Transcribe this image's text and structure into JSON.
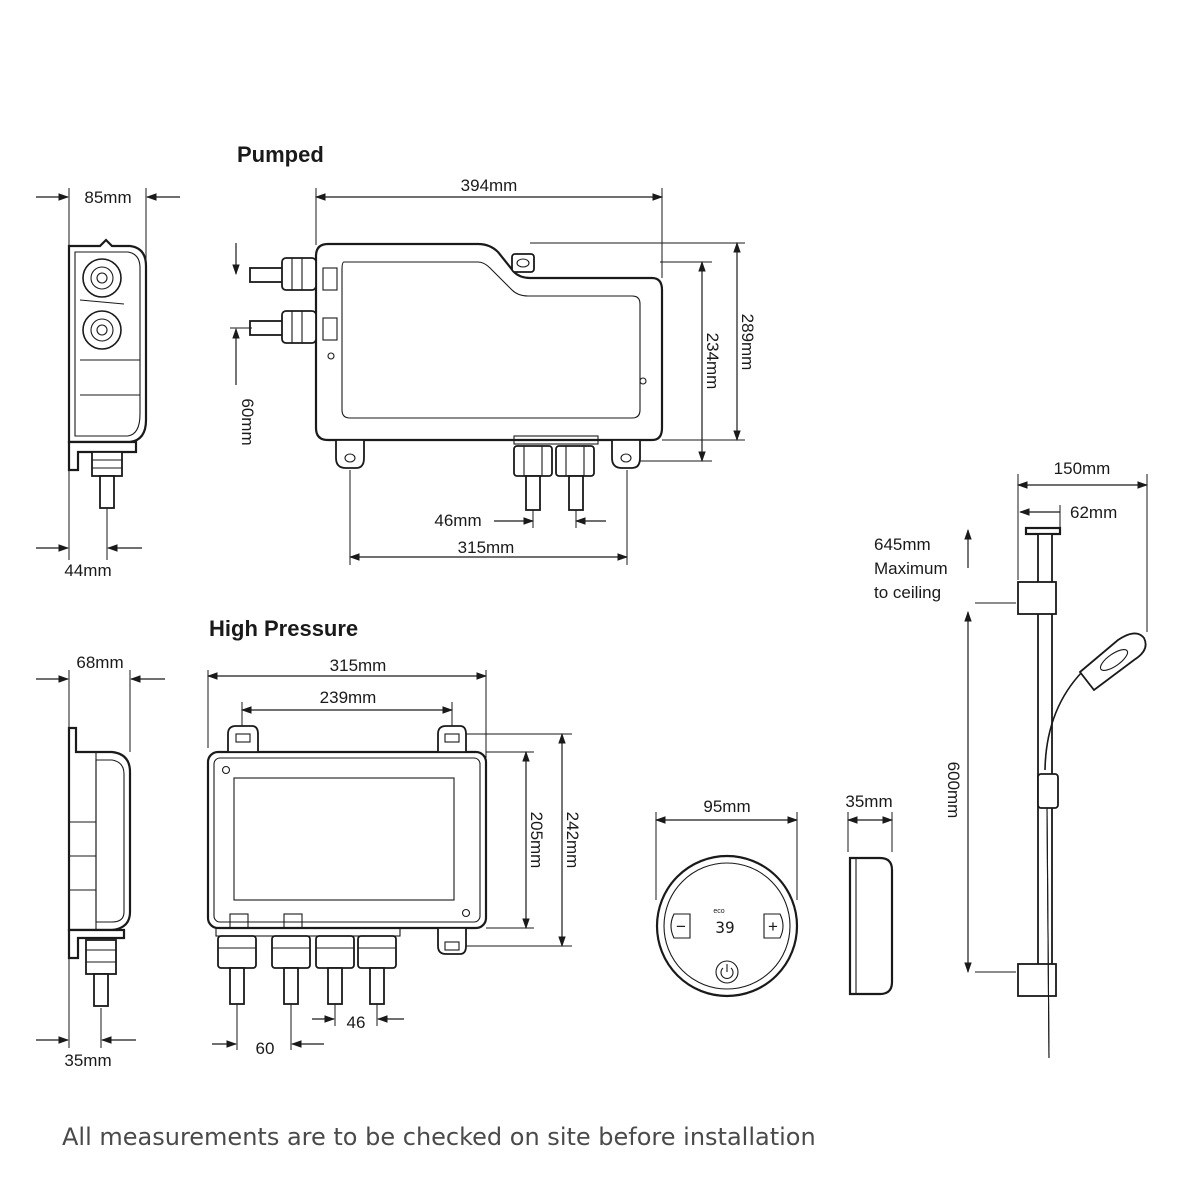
{
  "titles": {
    "pumped": "Pumped",
    "high_pressure": "High Pressure"
  },
  "pumped": {
    "side_depth": "85mm",
    "side_bottom": "44mm",
    "width": "394mm",
    "height_outer": "289mm",
    "height_inner": "234mm",
    "inlet_spacing": "60mm",
    "outlet_spacing": "46mm",
    "bracket_spacing": "315mm"
  },
  "high_pressure": {
    "side_depth": "68mm",
    "side_bottom": "35mm",
    "width": "315mm",
    "bracket_spacing": "239mm",
    "height_inner": "205mm",
    "height_outer": "242mm",
    "outlet_spacing_a": "60",
    "outlet_spacing_b": "46"
  },
  "controller": {
    "diameter": "95mm",
    "depth": "35mm",
    "display_value": "39",
    "eco_label": "eco"
  },
  "riser": {
    "width": "150mm",
    "offset": "62mm",
    "ceiling_line1": "645mm",
    "ceiling_line2": "Maximum",
    "ceiling_line3": "to ceiling",
    "height": "600mm"
  },
  "footer": "All measurements are to be checked on site before installation"
}
